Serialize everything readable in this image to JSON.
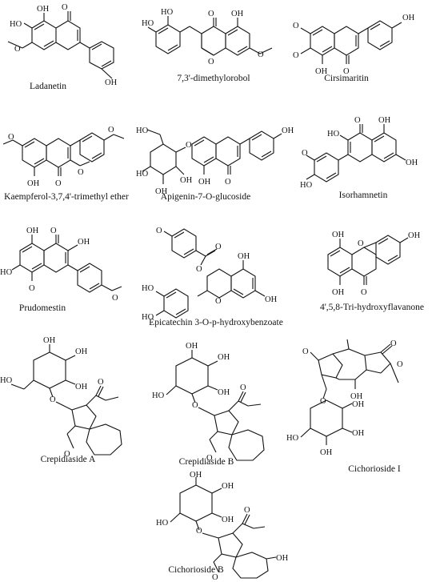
{
  "compounds": [
    {
      "name": "Ladanetin"
    },
    {
      "name": "7,3'-dimethylorobol"
    },
    {
      "name": "Cirsimaritin"
    },
    {
      "name": "Kaempferol-3,7,4'-trimethyl ether"
    },
    {
      "name": "Apigenin-7-O-glucoside"
    },
    {
      "name": "Isorhamnetin"
    },
    {
      "name": "Prudomestin"
    },
    {
      "name": "Epicatechin 3-O-p-hydroxybenzoate"
    },
    {
      "name": "4',5,8-Tri-hydroxyflavanone"
    },
    {
      "name": "Crepidiaside A"
    },
    {
      "name": "Crepidiaside B"
    },
    {
      "name": "Cichorioside I"
    },
    {
      "name": "Cichorioside B"
    }
  ],
  "atom_labels": {
    "oh": "OH",
    "ho": "HO",
    "o": "O"
  }
}
